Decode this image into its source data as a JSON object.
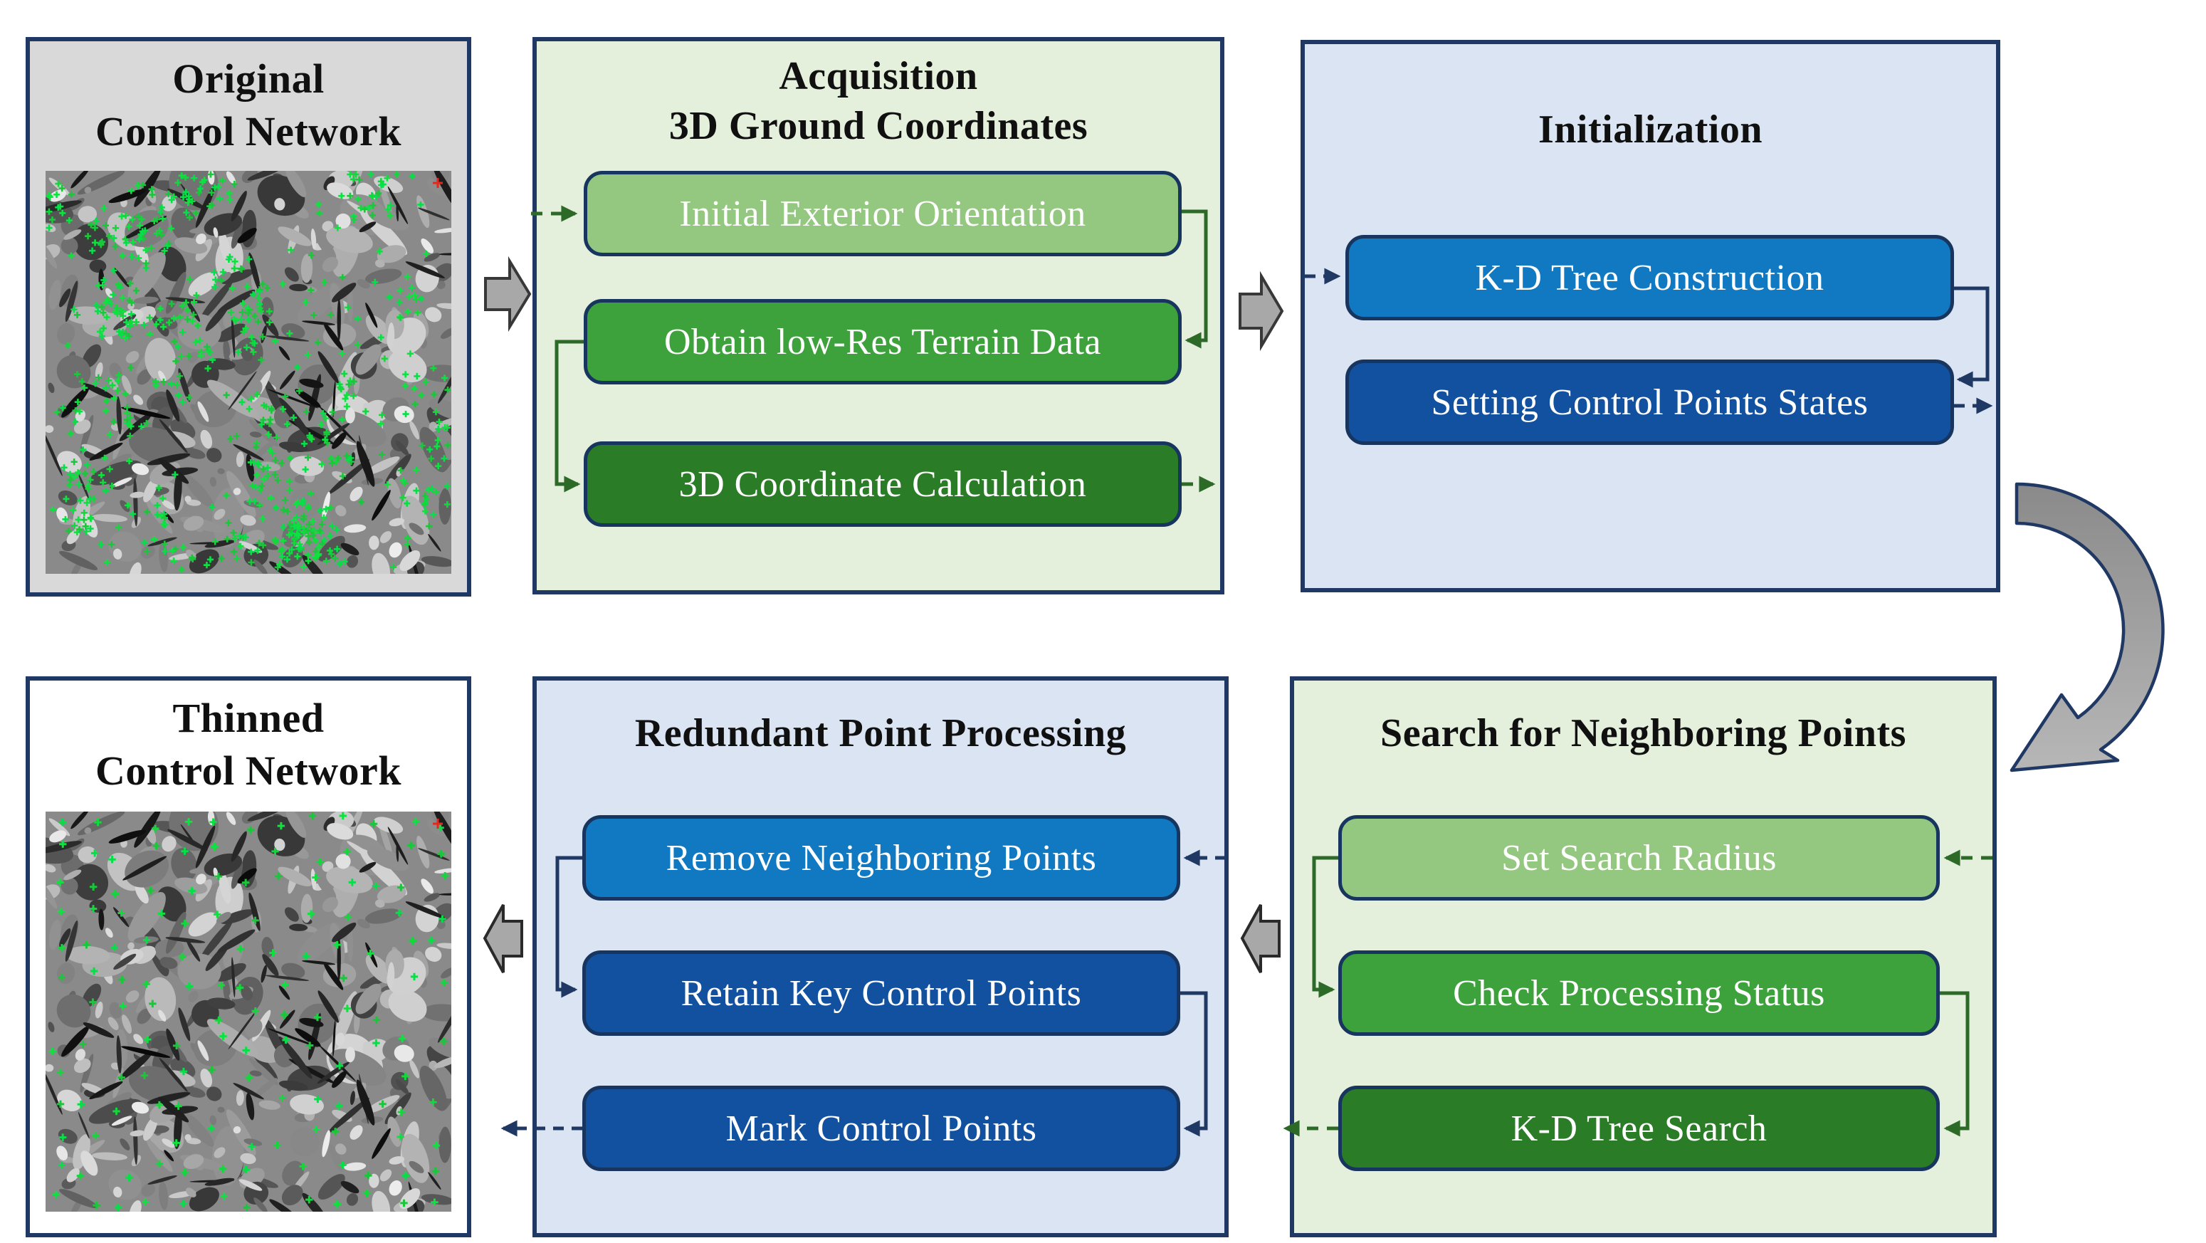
{
  "figure": {
    "panels": {
      "original_network": {
        "title_lines": [
          "Original",
          "Control Network"
        ]
      },
      "acquisition": {
        "title_lines": [
          "Acquisition",
          "3D Ground Coordinates"
        ],
        "steps": [
          "Initial Exterior Orientation",
          "Obtain low-Res Terrain Data",
          "3D Coordinate Calculation"
        ]
      },
      "initialization": {
        "title": "Initialization",
        "steps": [
          "K-D Tree Construction",
          "Setting Control Points States"
        ]
      },
      "search_neighbors": {
        "title": "Search for Neighboring Points",
        "steps": [
          "Set Search Radius",
          "Check Processing Status",
          "K-D Tree Search"
        ]
      },
      "redundant_processing": {
        "title": "Redundant Point Processing",
        "steps": [
          "Remove Neighboring Points",
          "Retain Key Control Points",
          "Mark Control Points"
        ]
      },
      "thinned_network": {
        "title_lines": [
          "Thinned",
          "Control Network"
        ]
      }
    },
    "colors": {
      "panel_border": "#1f3864",
      "panel_green_bg": "#e4efdc",
      "panel_blue_bg": "#dbe4f2",
      "panel_gray_bg": "#d9d9d9",
      "step_green_light": "#94c77f",
      "step_green_mid": "#3da23b",
      "step_green_dark": "#2a7d26",
      "step_blue_mid": "#1179c2",
      "step_blue_dark": "#11519f",
      "connector_green": "#2d6a28",
      "connector_navy": "#1f3864",
      "block_arrow_fill": "#a8a8a8",
      "marker_green": "#0ce33e",
      "marker_red": "#e8271c"
    },
    "images": {
      "original": {
        "marker_count": 660,
        "has_red_cross": true
      },
      "thinned": {
        "marker_count": 145,
        "has_red_cross": true
      }
    }
  }
}
